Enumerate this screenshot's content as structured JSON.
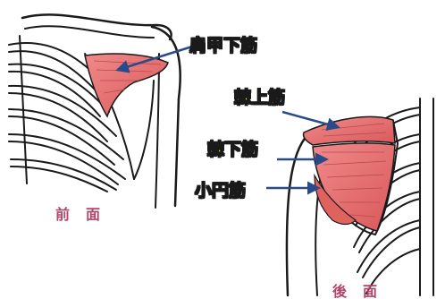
{
  "labels": {
    "subscapularis": "肩甲下筋",
    "supraspinatus": "棘上筋",
    "infraspinatus": "棘下筋",
    "teres_minor": "小円筋"
  },
  "views": {
    "front": "前面",
    "back": "後面"
  },
  "colors": {
    "muscle": "#E8686A",
    "label_fill": "#FFFF00",
    "view_text": "#B2456A",
    "arrow": "#2B4A8A"
  }
}
